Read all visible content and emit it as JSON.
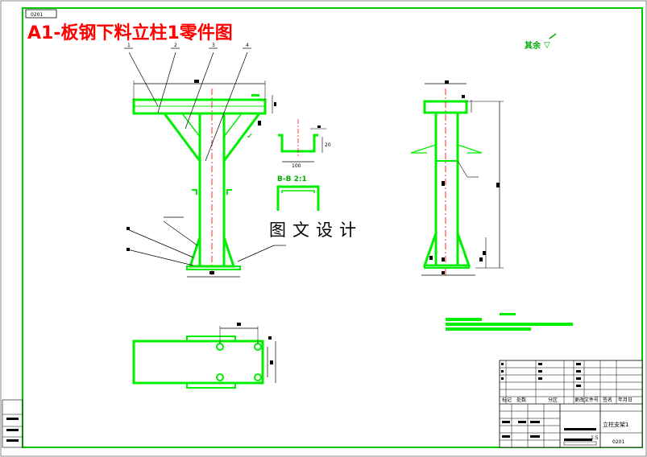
{
  "drawing": {
    "code_top": "0201",
    "title": "A1-板钢下料立柱1零件图",
    "roughness_note": "其余",
    "roughness_symbol": "▽",
    "section_label": "B-B  2:1",
    "dim_100": "100",
    "dim_20": "20",
    "watermark": "图文设计",
    "part_name": "立柱支架1",
    "code_bottom": "0201",
    "scale": "1:5",
    "table_headers": [
      "标记",
      "处数",
      "分区",
      "更改文件号",
      "签名",
      "年月日"
    ],
    "leaders": [
      "1",
      "2",
      "3",
      "4"
    ]
  },
  "colors": {
    "frame": "#00cc00",
    "part": "#00ee00",
    "line": "#000000",
    "title": "#ff0000",
    "center": "#ff0000"
  }
}
